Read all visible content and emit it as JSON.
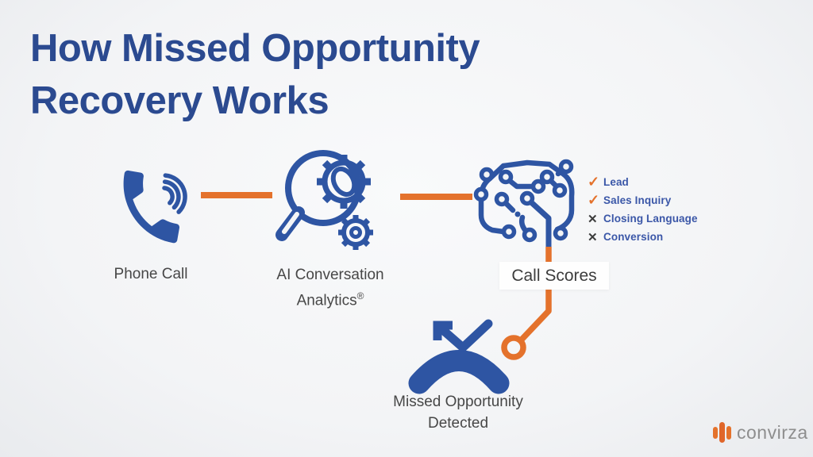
{
  "title": {
    "line1": "How Missed Opportunity",
    "line2": "Recovery Works"
  },
  "diagram": {
    "phone": {
      "label": "Phone Call"
    },
    "ai": {
      "line1": "AI Conversation",
      "line2": "Analytics",
      "trademark": "®"
    },
    "brain": {
      "label": "Call Scores"
    },
    "missed": {
      "line1": "Missed Opportunity",
      "line2": "Detected"
    },
    "checklist": [
      {
        "glyph": "✓",
        "label": "Lead",
        "type": "check"
      },
      {
        "glyph": "✓",
        "label": "Sales Inquiry",
        "type": "check"
      },
      {
        "glyph": "✕",
        "label": "Closing Language",
        "type": "cross"
      },
      {
        "glyph": "✕",
        "label": "Conversion",
        "type": "cross"
      }
    ]
  },
  "logo": {
    "text": "convirza"
  },
  "colors": {
    "title_blue": "#2B4A90",
    "icon_blue": "#2E55A3",
    "accent_orange": "#E4722C",
    "checklist_blue": "#3B57A8",
    "cross_gray": "#3C3C3C",
    "label_gray": "#474747",
    "logo_gray": "#8E8E8E",
    "background": "#F4F5F6"
  }
}
